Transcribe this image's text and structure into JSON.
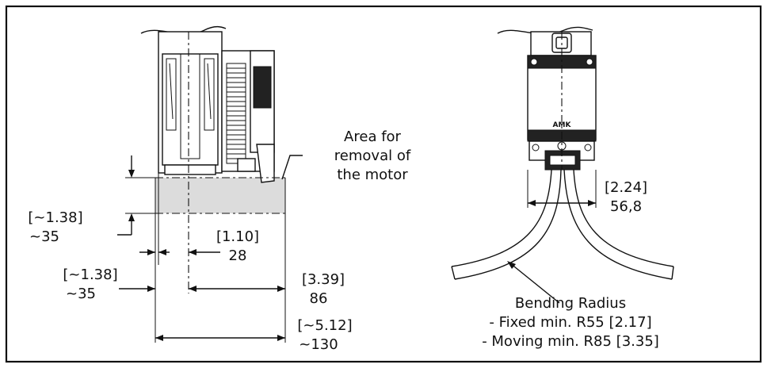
{
  "labels": {
    "removal_area": [
      "Area for",
      "removal of",
      "the motor"
    ],
    "dim_left_upper": [
      "[~1.38]",
      "~35"
    ],
    "dim_left_lower": [
      "[~1.38]",
      "~35"
    ],
    "dim_center": [
      "[1.10]",
      "28"
    ],
    "dim_right": [
      "[3.39]",
      "86"
    ],
    "dim_bottom": [
      "[~5.12]",
      "~130"
    ],
    "dim_cable_width": [
      "[2.24]",
      "56,8"
    ],
    "bending_radius": [
      "Bending Radius",
      "- Fixed min. R55 [2.17]",
      "- Moving min. R85 [3.35]"
    ],
    "brand": "AMK"
  },
  "colors": {
    "frame": "#111111",
    "removal_area_fill": "#dcdcdc",
    "background": "#ffffff"
  }
}
